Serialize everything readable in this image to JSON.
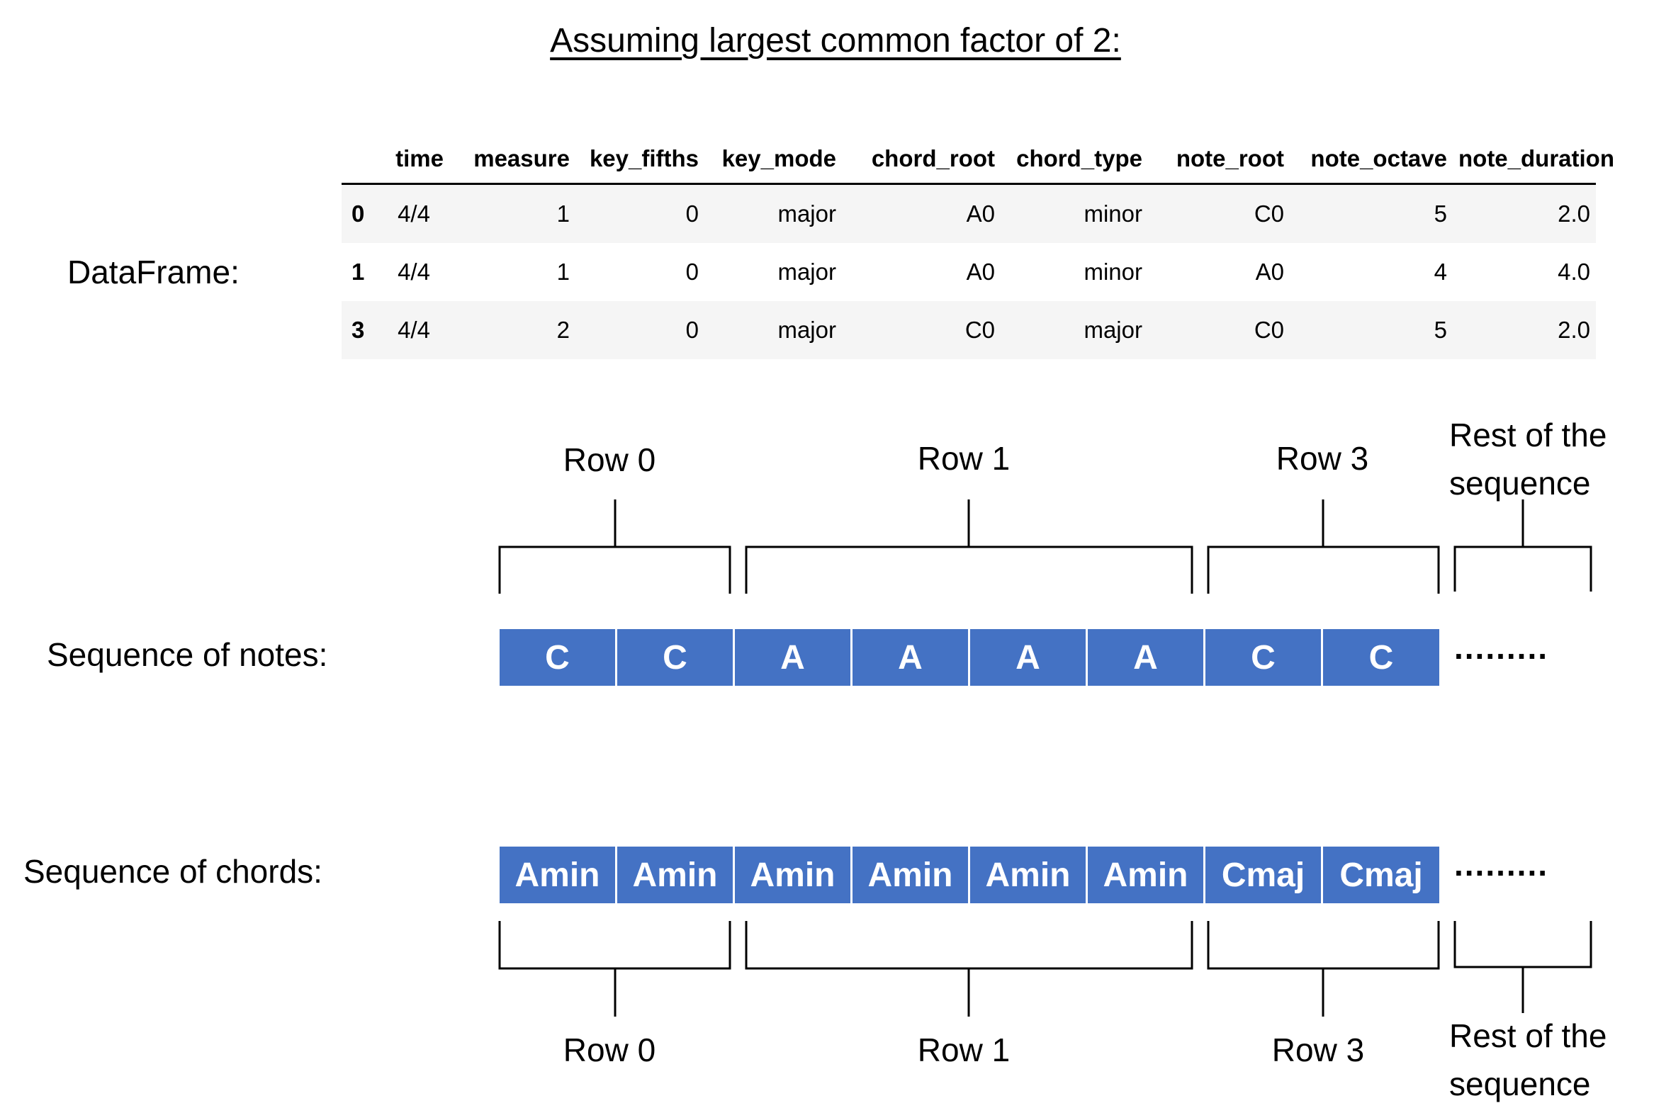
{
  "title": "Assuming largest common factor of 2:",
  "labels": {
    "dataframe": "DataFrame:",
    "notes": "Sequence of notes:",
    "chords": "Sequence of chords:"
  },
  "table": {
    "columns": [
      "",
      "time",
      "measure",
      "key_fifths",
      "key_mode",
      "chord_root",
      "chord_type",
      "note_root",
      "note_octave",
      "note_duration"
    ],
    "rows": [
      [
        "0",
        "4/4",
        "1",
        "0",
        "major",
        "A0",
        "minor",
        "C0",
        "5",
        "2.0"
      ],
      [
        "1",
        "4/4",
        "1",
        "0",
        "major",
        "A0",
        "minor",
        "A0",
        "4",
        "4.0"
      ],
      [
        "3",
        "4/4",
        "2",
        "0",
        "major",
        "C0",
        "major",
        "C0",
        "5",
        "2.0"
      ]
    ]
  },
  "notes_sequence": [
    "C",
    "C",
    "A",
    "A",
    "A",
    "A",
    "C",
    "C"
  ],
  "chords_sequence": [
    "Amin",
    "Amin",
    "Amin",
    "Amin",
    "Amin",
    "Amin",
    "Cmaj",
    "Cmaj"
  ],
  "ellipsis": ".........",
  "groups": {
    "row0": "Row 0",
    "row1": "Row 1",
    "row3": "Row 3",
    "rest": "Rest of the sequence"
  },
  "colors": {
    "cell_fill": "#4472c4",
    "cell_text": "#ffffff",
    "table_stripe": "#f5f5f5"
  }
}
